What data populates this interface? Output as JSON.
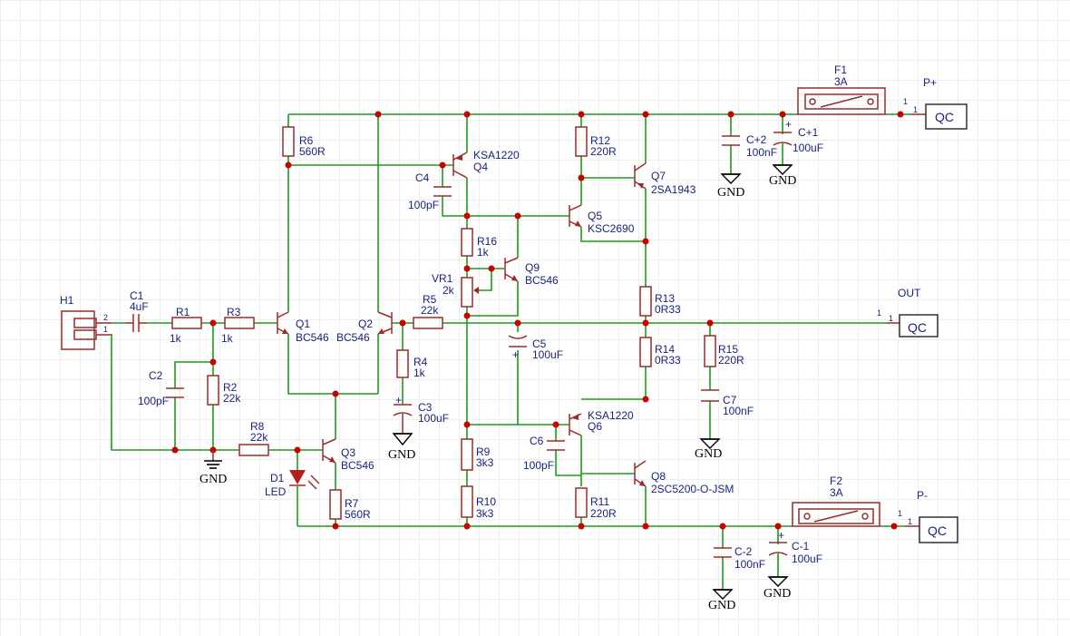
{
  "components": {
    "H1": {
      "ref": "H1",
      "pins": [
        "2",
        "1"
      ]
    },
    "C1": {
      "ref": "C1",
      "value": "4uF"
    },
    "R1": {
      "ref": "R1",
      "value": "1k"
    },
    "R2": {
      "ref": "R2",
      "value": "22k"
    },
    "R3": {
      "ref": "R3",
      "value": "1k"
    },
    "R4": {
      "ref": "R4",
      "value": "1k"
    },
    "R5": {
      "ref": "R5",
      "value": "22k"
    },
    "R6": {
      "ref": "R6",
      "value": "560R"
    },
    "R7": {
      "ref": "R7",
      "value": "560R"
    },
    "R8": {
      "ref": "R8",
      "value": "22k"
    },
    "R9": {
      "ref": "R9",
      "value": "3k3"
    },
    "R10": {
      "ref": "R10",
      "value": "3k3"
    },
    "R11": {
      "ref": "R11",
      "value": "220R"
    },
    "R12": {
      "ref": "R12",
      "value": "220R"
    },
    "R13": {
      "ref": "R13",
      "value": "0R33"
    },
    "R14": {
      "ref": "R14",
      "value": "0R33"
    },
    "R15": {
      "ref": "R15",
      "value": "220R"
    },
    "R16": {
      "ref": "R16",
      "value": "1k"
    },
    "VR1": {
      "ref": "VR1",
      "value": "2k"
    },
    "C2": {
      "ref": "C2",
      "value": "100pF"
    },
    "C3": {
      "ref": "C3",
      "value": "100uF"
    },
    "C4": {
      "ref": "C4",
      "value": "100pF"
    },
    "C5": {
      "ref": "C5",
      "value": "100uF"
    },
    "C6": {
      "ref": "C6",
      "value": "100pF"
    },
    "C7": {
      "ref": "C7",
      "value": "100nF"
    },
    "Cp2": {
      "ref": "C+2",
      "value": "100nF"
    },
    "Cp1": {
      "ref": "C+1",
      "value": "100uF"
    },
    "Cm2": {
      "ref": "C-2",
      "value": "100nF"
    },
    "Cm1": {
      "ref": "C-1",
      "value": "100uF"
    },
    "D1": {
      "ref": "D1",
      "value": "LED"
    },
    "Q1": {
      "ref": "Q1",
      "value": "BC546"
    },
    "Q2": {
      "ref": "Q2",
      "value": "BC546"
    },
    "Q3": {
      "ref": "Q3",
      "value": "BC546"
    },
    "Q4": {
      "ref": "Q4",
      "value": "KSA1220"
    },
    "Q5": {
      "ref": "Q5",
      "value": "KSC2690"
    },
    "Q6": {
      "ref": "Q6",
      "value": "KSA1220"
    },
    "Q7": {
      "ref": "Q7",
      "value": "2SA1943"
    },
    "Q8": {
      "ref": "Q8",
      "value": "2SC5200-O-JSM"
    },
    "Q9": {
      "ref": "Q9",
      "value": "BC546"
    },
    "F1": {
      "ref": "F1",
      "value": "3A"
    },
    "F2": {
      "ref": "F2",
      "value": "3A"
    }
  },
  "connectors": {
    "pplus": {
      "net": "P+",
      "label": "QC",
      "pin": "1"
    },
    "pminus": {
      "net": "P-",
      "label": "QC",
      "pin": "1"
    },
    "out": {
      "net": "OUT",
      "label": "QC",
      "pin": "1"
    }
  },
  "ground_label": "GND",
  "pin_one": "1",
  "colors": {
    "wire": "#1f9a1f",
    "component": "#9b2c2c",
    "junction": "#cc0000",
    "text": "#1a237e"
  }
}
